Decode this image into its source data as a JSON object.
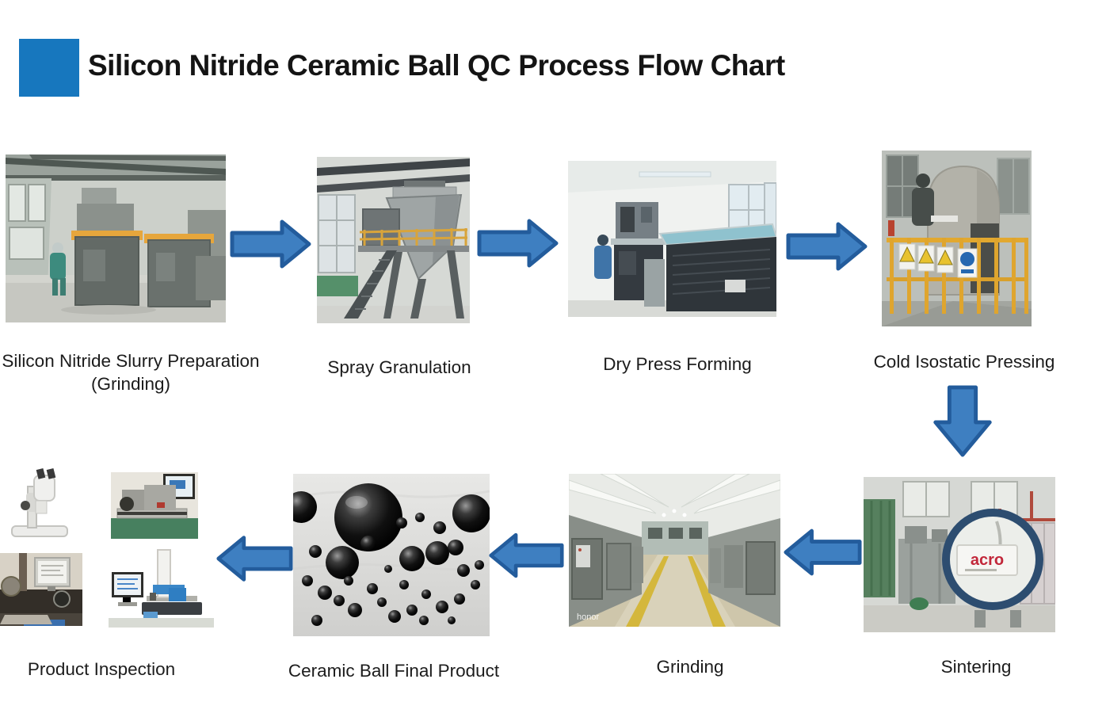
{
  "header": {
    "title": "Silicon Nitride Ceramic Ball QC Process Flow Chart"
  },
  "colors": {
    "page-bg": "#ffffff",
    "accent-square": "#1777be",
    "arrow-fill": "#3e7fc1",
    "arrow-stroke": "#235c9c",
    "title-text": "#141414",
    "label-text": "#1c1c1c"
  },
  "steps": [
    {
      "name": "slurry-preparation",
      "line1": "Silicon Nitride Slurry Preparation",
      "line2": "(Grinding)"
    },
    {
      "name": "spray-granulation",
      "label": "Spray Granulation"
    },
    {
      "name": "dry-press-forming",
      "label": "Dry Press Forming"
    },
    {
      "name": "cold-isostatic-pressing",
      "label": "Cold Isostatic Pressing"
    },
    {
      "name": "sintering",
      "label": "Sintering"
    },
    {
      "name": "grinding",
      "label": "Grinding"
    },
    {
      "name": "ceramic-ball-final-product",
      "label": "Ceramic Ball Final Product"
    },
    {
      "name": "product-inspection",
      "label": "Product Inspection"
    }
  ],
  "photo_texts": {
    "sintering_brand": "acro",
    "grinding_watermark": "honor"
  }
}
